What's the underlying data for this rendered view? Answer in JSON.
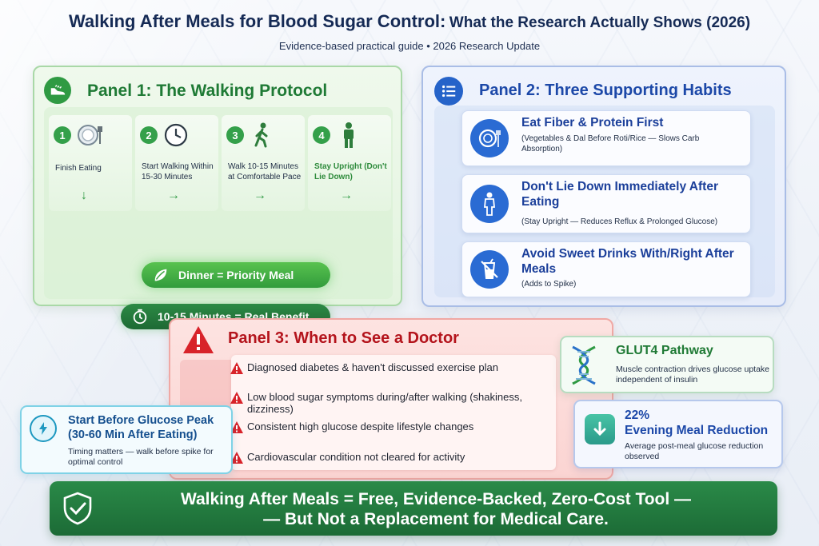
{
  "header": {
    "title_bold": "Walking After Meals for Blood Sugar Control:",
    "title_rest": "What the Research Actually Shows (2026)",
    "subtitle": "Evidence-based practical guide • 2026 Research Update"
  },
  "panel1": {
    "title": "Panel 1: The Walking Protocol",
    "icon": "shoe-icon",
    "steps": [
      {
        "num": "1",
        "label": "Finish Eating",
        "icon": "plate-icon",
        "arrow": "↓"
      },
      {
        "num": "2",
        "label": "Start Walking Within 15-30 Minutes",
        "icon": "clock-icon",
        "arrow": "→"
      },
      {
        "num": "3",
        "label": "Walk 10-15 Minutes at Comfortable Pace",
        "icon": "walker-icon",
        "arrow": "→"
      },
      {
        "num": "4",
        "label": "Stay Upright (Don't Lie Down)",
        "icon": "standing-person-icon",
        "arrow": "→"
      }
    ],
    "pill_dinner": "Dinner = Priority Meal",
    "pill_minutes": "10-15 Minutes = Real Benefit"
  },
  "panel2": {
    "title": "Panel 2: Three Supporting Habits",
    "icon": "list-icon",
    "habits": [
      {
        "title": "Eat Fiber & Protein First",
        "sub": "(Vegetables & Dal Before Roti/Rice — Slows Carb Absorption)",
        "icon": "plate-icon"
      },
      {
        "title": "Don't Lie Down Immediately After Eating",
        "sub": "(Stay Upright — Reduces Reflux & Prolonged Glucose)",
        "icon": "person-icon"
      },
      {
        "title": "Avoid Sweet Drinks With/Right After Meals",
        "sub": "(Adds to Spike)",
        "icon": "no-drink-icon"
      }
    ]
  },
  "panel3": {
    "title": "Panel 3: When to See a Doctor",
    "icon": "warning-icon",
    "items": [
      "Diagnosed diabetes & haven't discussed exercise plan",
      "Low blood sugar symptoms during/after walking (shakiness, dizziness)",
      "Consistent high glucose despite lifestyle changes",
      "Cardiovascular condition not cleared for activity"
    ]
  },
  "timing_card": {
    "title": "Start Before Glucose Peak (30-60 Min After Eating)",
    "sub": "Timing matters — walk before spike for optimal control",
    "icon": "lightning-clock-icon"
  },
  "glut4_card": {
    "title": "GLUT4 Pathway",
    "sub": "Muscle contraction drives glucose uptake independent of insulin",
    "icon": "dna-icon"
  },
  "reduction_card": {
    "value": "22%",
    "title": "Evening Meal Reduction",
    "sub": "Average post-meal glucose reduction observed",
    "icon": "down-arrow-icon"
  },
  "footer": {
    "line1": "Walking After Meals = Free, Evidence-Backed, Zero-Cost Tool —",
    "line2": "— But Not a Replacement for Medical Care.",
    "icon": "shield-check-icon"
  },
  "colors": {
    "green": "#2f9a43",
    "blue": "#2563c9",
    "red": "#b4141c",
    "footer_green": "#1c6b36"
  }
}
